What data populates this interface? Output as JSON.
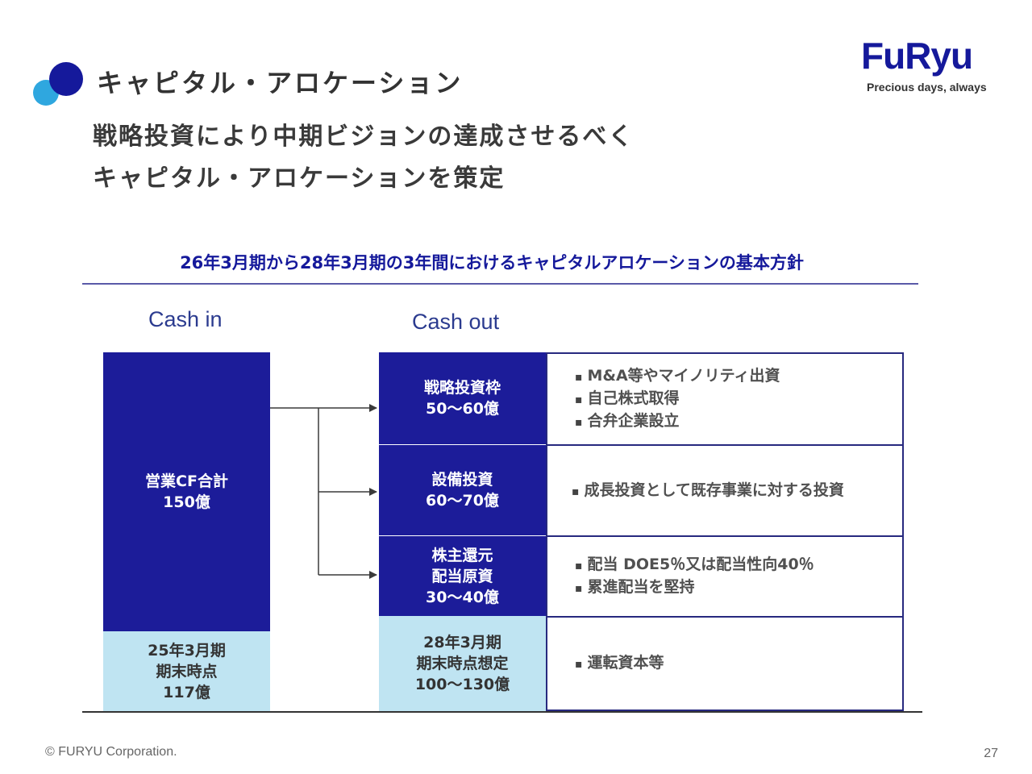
{
  "header": {
    "title": "キャピタル・アロケーション",
    "lead_line1": "戦略投資により中期ビジョンの達成させるべく",
    "lead_line2": "キャピタル・アロケーションを策定"
  },
  "logo": {
    "name": "FuRyu",
    "tagline": "Precious days, always",
    "color": "#15199b"
  },
  "section": {
    "heading": "26年3月期から28年3月期の3年間におけるキャピタルアロケーションの基本方針"
  },
  "cash_in": {
    "label": "Cash in",
    "operating_cf": {
      "line1": "営業CF合計",
      "line2": "150億"
    },
    "cash_start": {
      "line1": "25年3月期",
      "line2": "期末時点",
      "line3": "117億"
    }
  },
  "cash_out": {
    "label": "Cash out",
    "rows": [
      {
        "box": [
          "戦略投資枠",
          "50〜60億"
        ],
        "items": [
          "M&A等やマイノリティ出資",
          "自己株式取得",
          "合弁企業設立"
        ]
      },
      {
        "box": [
          "設備投資",
          "60〜70億"
        ],
        "items": [
          "成長投資として既存事業に対する投資"
        ]
      },
      {
        "box": [
          "株主還元",
          "配当原資",
          "30〜40億"
        ],
        "items": [
          "配当 DOE5％又は配当性向40％",
          "累進配当を堅持"
        ]
      },
      {
        "box": [
          "28年3月期",
          "期末時点想定",
          "100〜130億"
        ],
        "items": [
          "運転資本等"
        ]
      }
    ]
  },
  "colors": {
    "navy": "#1c1c99",
    "light_blue": "#bfe4f2",
    "accent_blue": "#2fa7df"
  },
  "footer": {
    "copyright": "© FURYU Corporation.",
    "page": "27"
  }
}
